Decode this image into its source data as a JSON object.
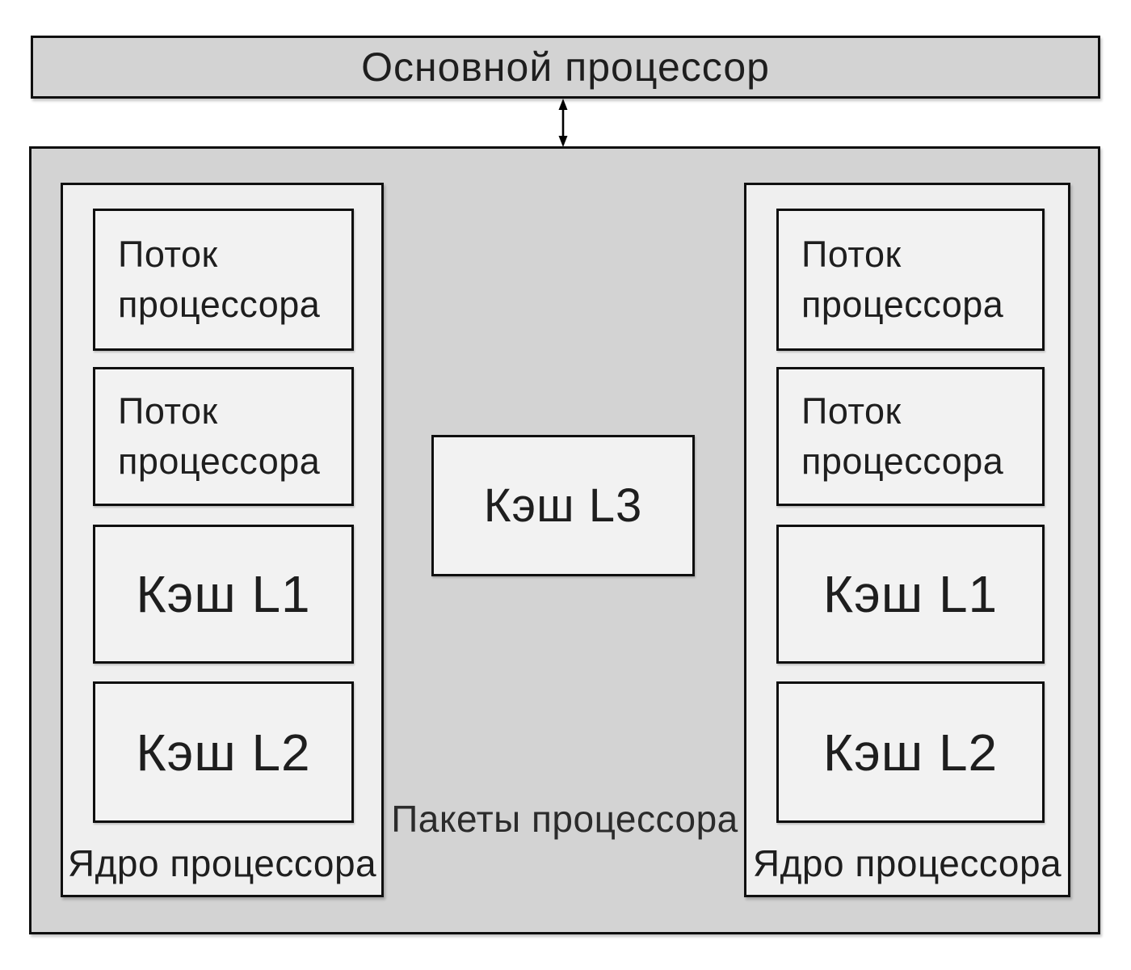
{
  "diagram": {
    "main_processor": {
      "label": "Основной процессор"
    },
    "package": {
      "label": "Пакеты процессора",
      "l3_cache": {
        "label": "Кэш L3"
      },
      "cores": [
        {
          "label": "Ядро процессора",
          "blocks": [
            {
              "label": "Поток процессора"
            },
            {
              "label": "Поток процессора"
            },
            {
              "label": "Кэш L1"
            },
            {
              "label": "Кэш L2"
            }
          ]
        },
        {
          "label": "Ядро процессора",
          "blocks": [
            {
              "label": "Поток процессора"
            },
            {
              "label": "Поток процессора"
            },
            {
              "label": "Кэш L1"
            },
            {
              "label": "Кэш L2"
            }
          ]
        }
      ]
    },
    "icons": {
      "connector": "bidirectional-vertical-arrow"
    },
    "colors": {
      "page_bg": "#ffffff",
      "package_fill": "#d3d3d3",
      "core_fill": "#efefef",
      "inner_fill": "#f2f2f2",
      "border_color": "#0f0f0f",
      "text_color": "#1e1e1e"
    }
  }
}
